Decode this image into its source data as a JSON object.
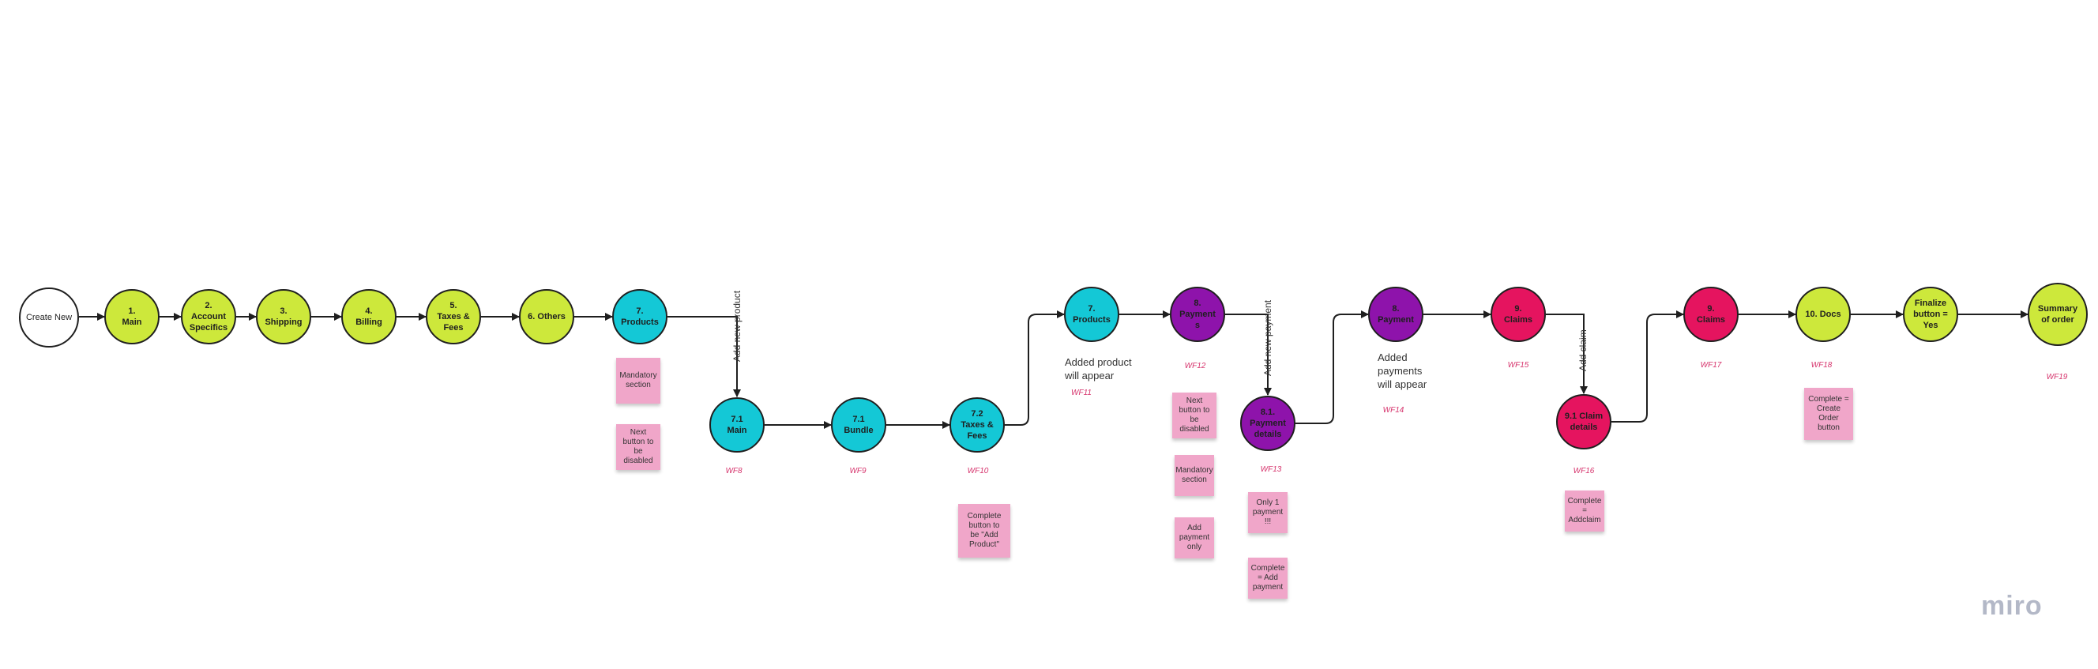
{
  "colors": {
    "lime": "#cde83b",
    "cyan": "#14c8d6",
    "purple": "#8e13ab",
    "magenta": "#e5145f",
    "white": "#ffffff",
    "sticky": "#f0a6c9",
    "wf_label": "#d6336c",
    "line": "#1f1f1f"
  },
  "nodes": {
    "create_new": "Create New",
    "main": "1.\nMain",
    "account_specifics": "2.\nAccount\nSpecifics",
    "shipping": "3.\nShipping",
    "billing": "4.\nBilling",
    "taxes_fees": "5.\nTaxes &\nFees",
    "others": "6. Others",
    "products_1": "7.\nProducts",
    "main_71": "7.1\nMain",
    "bundle_71": "7.1\nBundle",
    "taxes_fees_72": "7.2\nTaxes &\nFees",
    "products_2": "7.\nProducts",
    "payment_1": "8.\nPayment\ns",
    "payment_details": "8.1.\nPayment\ndetails",
    "payment_2": "8.\nPayment",
    "claims_1": "9.\nClaims",
    "claim_details": "9.1 Claim\ndetails",
    "claims_2": "9.\nClaims",
    "docs": "10. Docs",
    "finalize": "Finalize\nbutton =\nYes",
    "summary": "Summary\nof order"
  },
  "edge_labels": {
    "add_new_product": "Add new product",
    "add_new_payment": "Add new payment",
    "add_claim": "Add claim"
  },
  "notes": {
    "added_product": "Added product\nwill appear",
    "added_payments": "Added\npayments\nwill appear"
  },
  "wf_labels": {
    "wf8": "WF8",
    "wf9": "WF9",
    "wf10": "WF10",
    "wf11": "WF11",
    "wf12": "WF12",
    "wf13": "WF13",
    "wf14": "WF14",
    "wf15": "WF15",
    "wf16": "WF16",
    "wf17": "WF17",
    "wf18": "WF18",
    "wf19": "WF19"
  },
  "stickies": {
    "mandatory_products": "Mandatory\nsection",
    "next_disabled_products": "Next\nbutton to\nbe disabled",
    "complete_add_product": "Complete\nbutton to\nbe \"Add\nProduct\"",
    "next_disabled_payments": "Next\nbutton to\nbe disabled",
    "mandatory_payments": "Mandatory\nsection",
    "add_payment_only": "Add\npayment\nonly",
    "only_one_payment": "Only 1\npayment\n!!!",
    "complete_add_payment": "Complete\n= Add\npayment",
    "complete_add_claim": "Complete\n=\nAddclaim",
    "complete_create_order": "Complete =\nCreate\nOrder\nbutton"
  },
  "logo": "miro"
}
